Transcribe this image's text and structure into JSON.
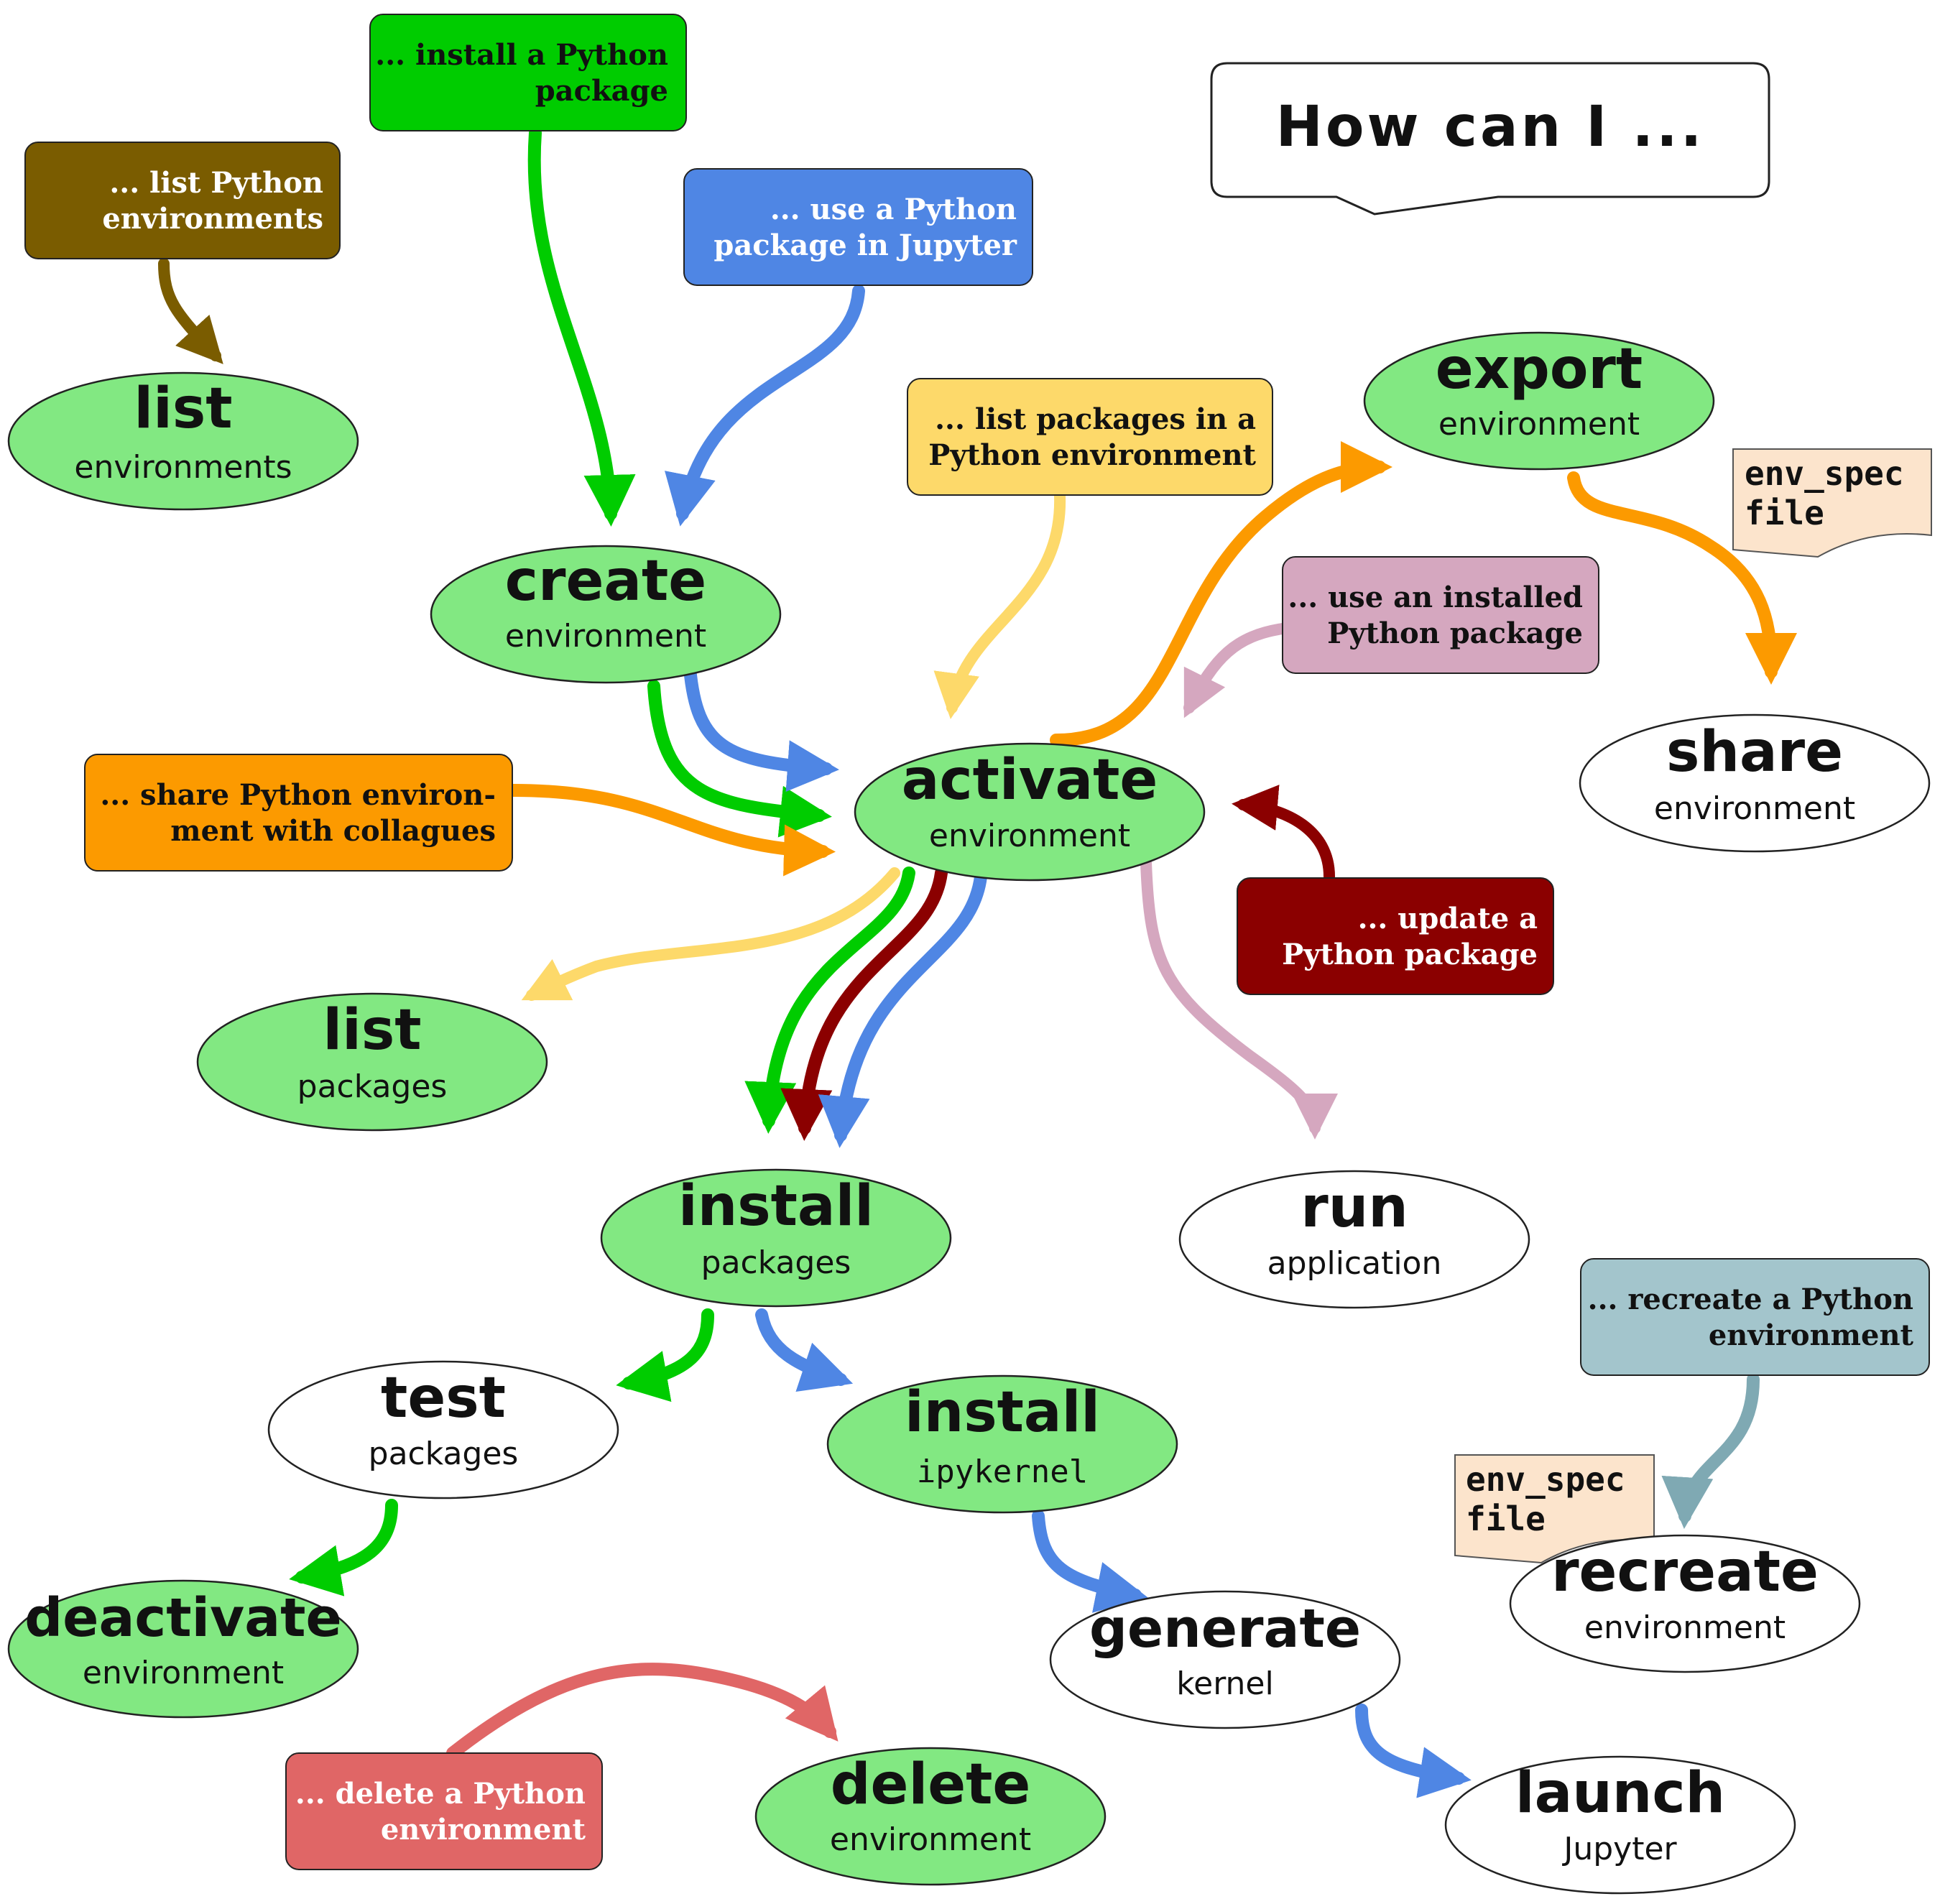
{
  "title": "How can I ...",
  "colors": {
    "node_green": "#82e882",
    "node_white": "#ffffff",
    "file_bg": "#fce4cc",
    "brown": "#7a5c00",
    "green": "#00cc00",
    "blue": "#4f86e4",
    "yellow": "#fdd96a",
    "orange": "#fc9a00",
    "pink": "#d5a7bf",
    "darkred": "#8b0000",
    "teal": "#7fa9b3",
    "teal_box": "#a3c5cc",
    "salmon": "#e06666"
  },
  "nodes": [
    {
      "id": "list-env",
      "verb": "list",
      "noun": "environments",
      "fill": "green"
    },
    {
      "id": "create-env",
      "verb": "create",
      "noun": "environment",
      "fill": "green"
    },
    {
      "id": "export-env",
      "verb": "export",
      "noun": "environment",
      "fill": "green"
    },
    {
      "id": "activate-env",
      "verb": "activate",
      "noun": "environment",
      "fill": "green"
    },
    {
      "id": "share-env",
      "verb": "share",
      "noun": "environment",
      "fill": "white"
    },
    {
      "id": "list-pkg",
      "verb": "list",
      "noun": "packages",
      "fill": "green"
    },
    {
      "id": "install-pkg",
      "verb": "install",
      "noun": "packages",
      "fill": "green"
    },
    {
      "id": "run-app",
      "verb": "run",
      "noun": "application",
      "fill": "white"
    },
    {
      "id": "test-pkg",
      "verb": "test",
      "noun": "packages",
      "fill": "white"
    },
    {
      "id": "install-ipykernel",
      "verb": "install",
      "noun": "ipykernel",
      "fill": "green",
      "mono": true
    },
    {
      "id": "recreate-env",
      "verb": "recreate",
      "noun": "environment",
      "fill": "white"
    },
    {
      "id": "deactivate-env",
      "verb": "deactivate",
      "noun": "environment",
      "fill": "green"
    },
    {
      "id": "generate-kernel",
      "verb": "generate",
      "noun": "kernel",
      "fill": "white"
    },
    {
      "id": "delete-env",
      "verb": "delete",
      "noun": "environment",
      "fill": "green"
    },
    {
      "id": "launch-jupyter",
      "verb": "launch",
      "noun": "Jupyter",
      "fill": "white"
    }
  ],
  "questions": [
    {
      "id": "q-install",
      "lines": [
        "... install a Python",
        "package"
      ],
      "color": "green",
      "text_color": "#111111"
    },
    {
      "id": "q-list-env",
      "lines": [
        "... list Python",
        "environments"
      ],
      "color": "brown",
      "text_color": "#ffffff"
    },
    {
      "id": "q-jupyter",
      "lines": [
        "... use a Python",
        "package in Jupyter"
      ],
      "color": "blue",
      "text_color": "#ffffff"
    },
    {
      "id": "q-list-pkg",
      "lines": [
        "... list packages in a",
        "Python environment"
      ],
      "color": "yellow",
      "text_color": "#111111"
    },
    {
      "id": "q-use",
      "lines": [
        "... use an installed",
        "Python package"
      ],
      "color": "pink",
      "text_color": "#111111"
    },
    {
      "id": "q-share",
      "lines": [
        "... share Python environ-",
        "ment with collagues"
      ],
      "color": "orange",
      "text_color": "#111111"
    },
    {
      "id": "q-update",
      "lines": [
        "... update a",
        "Python package"
      ],
      "color": "darkred",
      "text_color": "#ffffff"
    },
    {
      "id": "q-recreate",
      "lines": [
        "... recreate a Python",
        "environment"
      ],
      "color": "teal_box",
      "text_color": "#111111"
    },
    {
      "id": "q-delete",
      "lines": [
        "... delete a Python",
        "environment"
      ],
      "color": "salmon",
      "text_color": "#ffffff"
    }
  ],
  "files": [
    {
      "id": "file-export",
      "lines": [
        "env_spec",
        "file"
      ]
    },
    {
      "id": "file-recreate",
      "lines": [
        "env_spec",
        "file"
      ]
    }
  ]
}
